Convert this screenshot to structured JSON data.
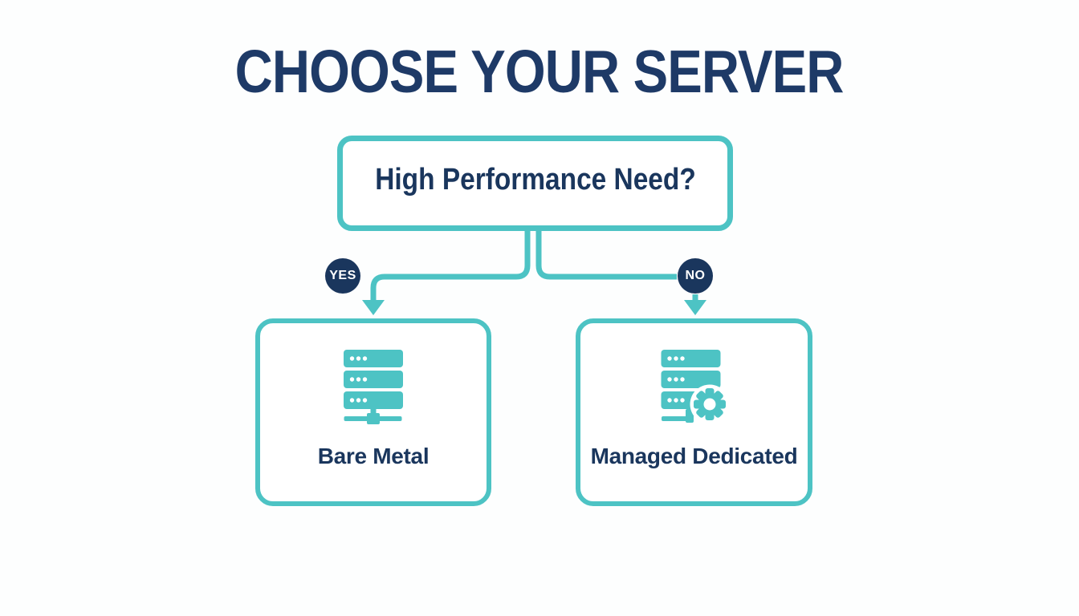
{
  "title": "CHOOSE YOUR SERVER",
  "decision": {
    "label": "High Performance Need?"
  },
  "branches": {
    "yes": "YES",
    "no": "NO"
  },
  "options": [
    {
      "label": "Bare Metal",
      "icon": "server-icon"
    },
    {
      "label": "Managed Dedicated",
      "icon": "server-gear-icon"
    }
  ],
  "colors": {
    "teal": "#4dc3c4",
    "navy": "#1a365d",
    "title": "#1e3a67",
    "background": "#fdfefe"
  }
}
